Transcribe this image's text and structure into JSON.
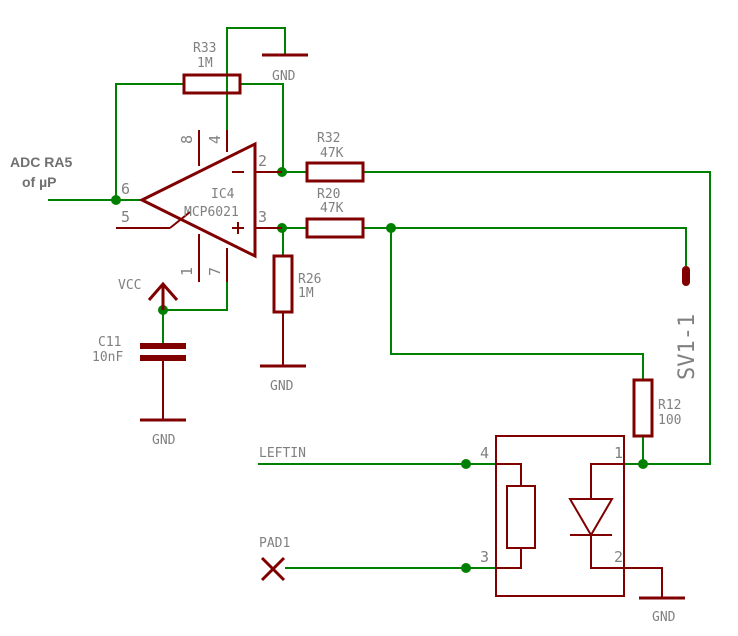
{
  "adc_label": {
    "line1": "ADC RA5",
    "line2": "of µP"
  },
  "ic4": {
    "ref": "IC4",
    "value": "MCP6021"
  },
  "opamp_pins": {
    "p1": "1",
    "p2": "2",
    "p3": "3",
    "p4": "4",
    "p5": "5",
    "p6": "6",
    "p7": "7",
    "p8": "8"
  },
  "r33": {
    "ref": "R33",
    "value": "1M"
  },
  "r32": {
    "ref": "R32",
    "value": "47K"
  },
  "r20": {
    "ref": "R20",
    "value": "47K"
  },
  "r26": {
    "ref": "R26",
    "value": "1M"
  },
  "r12": {
    "ref": "R12",
    "value": "100"
  },
  "c11": {
    "ref": "C11",
    "value": "10nF"
  },
  "vcc": "VCC",
  "gnd": "GND",
  "sv1": "SV1-1",
  "leftin": "LEFTIN",
  "pad1": "PAD1",
  "opto_pins": {
    "p1": "1",
    "p2": "2",
    "p3": "3",
    "p4": "4"
  }
}
